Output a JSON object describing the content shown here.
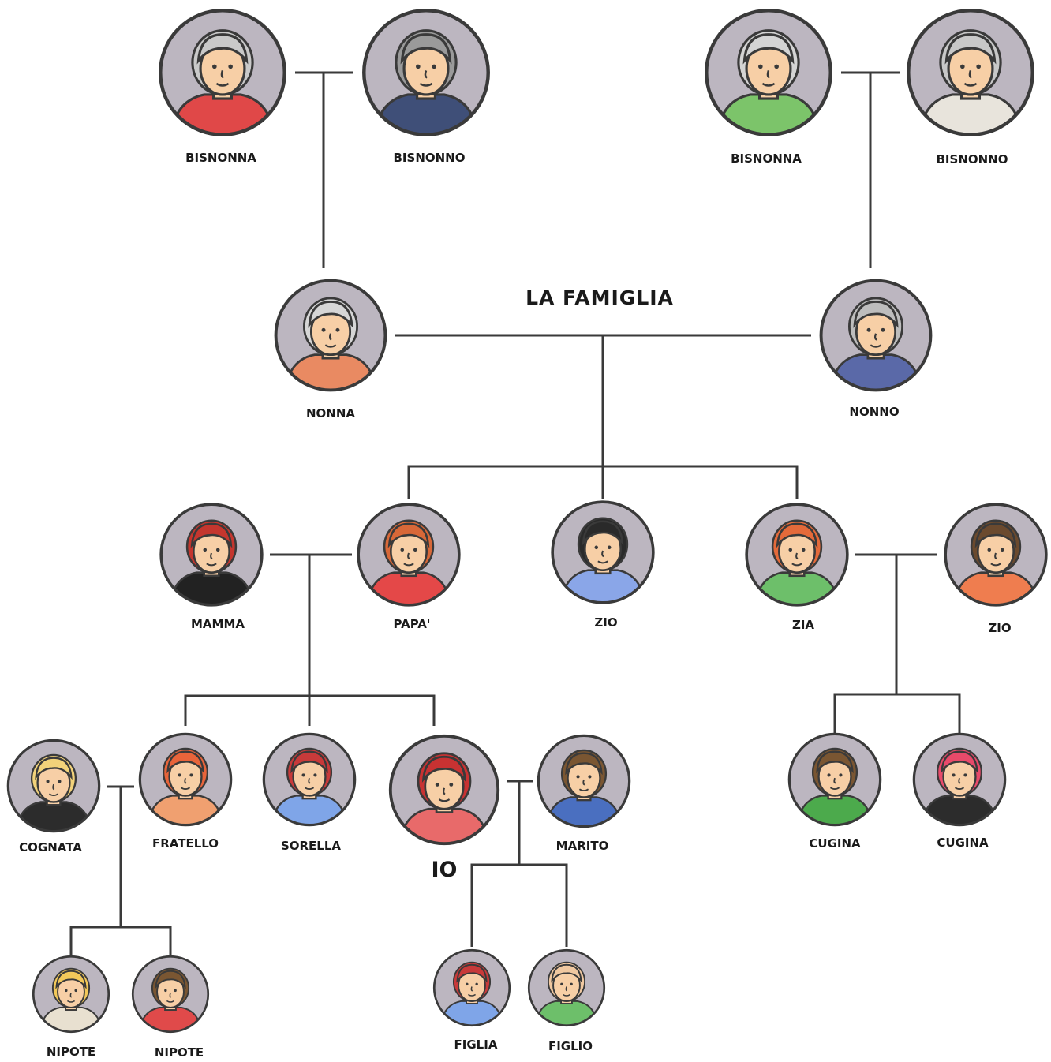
{
  "title": "LA FAMIGLIA",
  "me_label": "IO",
  "colors": {
    "line": "#3a3a3a",
    "avatar_bg": "#bcb6c0",
    "skin": "#f7cfa6"
  },
  "members": [
    {
      "id": "bisnonna-1",
      "label": "BISNONNA",
      "hair": "#c9c9c9",
      "shirt": "#e04848"
    },
    {
      "id": "bisnonno-1",
      "label": "BISNONNO",
      "hair": "#9a9a9a",
      "shirt": "#3f4f78"
    },
    {
      "id": "bisnonna-2",
      "label": "BISNONNA",
      "hair": "#d4d4d4",
      "shirt": "#7cc46a"
    },
    {
      "id": "bisnonno-2",
      "label": "BISNONNO",
      "hair": "#c8c8c8",
      "shirt": "#e8e4dc"
    },
    {
      "id": "nonna",
      "label": "NONNA",
      "hair": "#d6d6d6",
      "shirt": "#e98a62"
    },
    {
      "id": "nonno",
      "label": "NONNO",
      "hair": "#bdbdbd",
      "shirt": "#5a69a8"
    },
    {
      "id": "mamma",
      "label": "MAMMA",
      "hair": "#c4362e",
      "shirt": "#222222"
    },
    {
      "id": "papa",
      "label": "PAPA'",
      "hair": "#d86838",
      "shirt": "#e44848"
    },
    {
      "id": "zio-1",
      "label": "ZIO",
      "hair": "#2a2a2a",
      "shirt": "#8aa6e8"
    },
    {
      "id": "zia",
      "label": "ZIA",
      "hair": "#e46a3a",
      "shirt": "#6dbf6a"
    },
    {
      "id": "zio-2",
      "label": "ZIO",
      "hair": "#6b4a2e",
      "shirt": "#ef7d4f"
    },
    {
      "id": "cognata",
      "label": "COGNATA",
      "hair": "#f2d27a",
      "shirt": "#2c2c2c"
    },
    {
      "id": "fratello",
      "label": "FRATELLO",
      "hair": "#e8643a",
      "shirt": "#f0a070"
    },
    {
      "id": "sorella",
      "label": "SORELLA",
      "hair": "#c83a3a",
      "shirt": "#7fa5e8"
    },
    {
      "id": "io",
      "label": "",
      "hair": "#c83232",
      "shirt": "#e86a6a"
    },
    {
      "id": "marito",
      "label": "MARITO",
      "hair": "#7a5632",
      "shirt": "#4a6fc0"
    },
    {
      "id": "cugina-1",
      "label": "CUGINA",
      "hair": "#7a5632",
      "shirt": "#4caa4c"
    },
    {
      "id": "cugina-2",
      "label": "CUGINA",
      "hair": "#e84a6a",
      "shirt": "#2c2c2c"
    },
    {
      "id": "nipote-1",
      "label": "NIPOTE",
      "hair": "#f2c85a",
      "shirt": "#e8e0d0"
    },
    {
      "id": "nipote-2",
      "label": "NIPOTE",
      "hair": "#7a5632",
      "shirt": "#e04a4a"
    },
    {
      "id": "figlia",
      "label": "FIGLIA",
      "hair": "#c83a3a",
      "shirt": "#7fa5e8"
    },
    {
      "id": "figlio",
      "label": "FIGLIO",
      "hair": "#f0c8a0",
      "shirt": "#6dbf6a"
    }
  ]
}
